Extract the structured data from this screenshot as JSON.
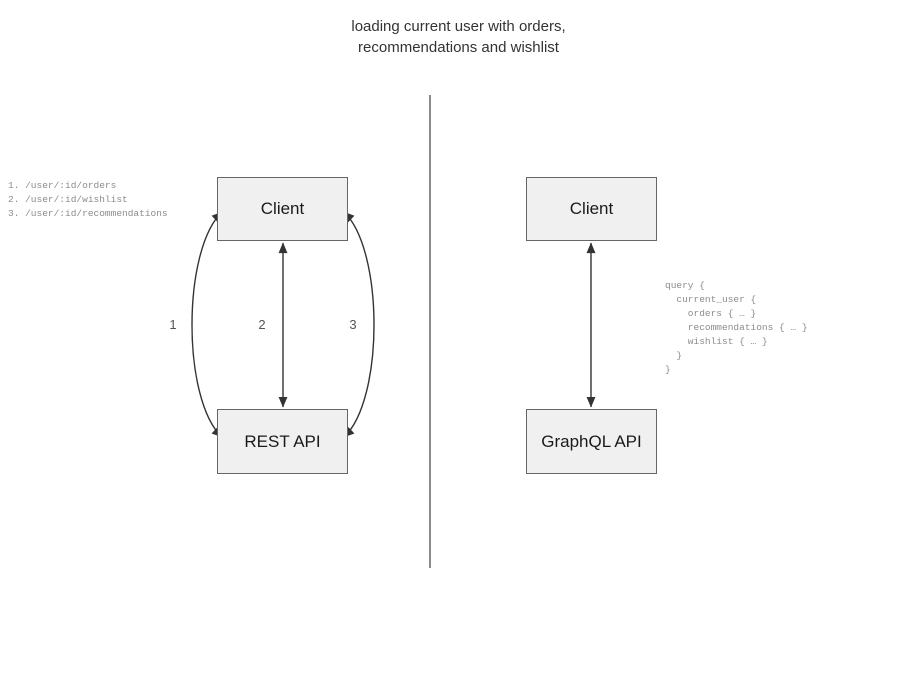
{
  "diagram": {
    "title_lines": [
      "loading current user with orders,",
      "recommendations and wishlist"
    ],
    "colors": {
      "background": "#ffffff",
      "node_fill": "#f0f0f0",
      "node_border": "#666666",
      "stroke": "#333333",
      "divider": "#8a8a8a",
      "annotation_text": "#8c8c8c",
      "label_text": "#555555"
    },
    "left_panel": {
      "name": "rest-approach",
      "client_label": "Client",
      "api_label": "REST API",
      "endpoint_list": "1. /user/:id/orders\n2. /user/:id/wishlist\n3. /user/:id/recommendations",
      "endpoints": [
        {
          "number": "1.",
          "path": "/user/:id/orders"
        },
        {
          "number": "2.",
          "path": "/user/:id/wishlist"
        },
        {
          "number": "3.",
          "path": "/user/:id/recommendations"
        }
      ],
      "arrow_labels": [
        "1",
        "2",
        "3"
      ]
    },
    "right_panel": {
      "name": "graphql-approach",
      "client_label": "Client",
      "api_label": "GraphQL API",
      "query": "query {\n  current_user {\n    orders { … }\n    recommendations { … }\n    wishlist { … }\n  }\n}"
    }
  }
}
